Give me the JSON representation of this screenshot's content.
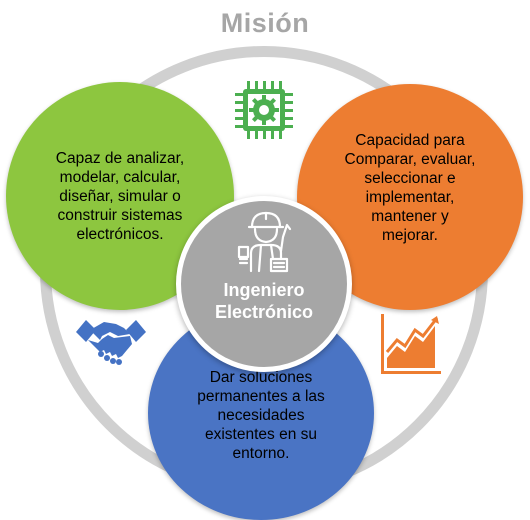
{
  "title": "Misión",
  "center": {
    "line1": "Ingeniero",
    "line2": "Electrónico"
  },
  "petals": {
    "green": [
      "Capaz de analizar,",
      "modelar, calcular,",
      "diseñar, simular o",
      "construir sistemas",
      "electrónicos."
    ],
    "orange": [
      "Capacidad para",
      "Comparar, evaluar,",
      "seleccionar e",
      "implementar,",
      "mantener y",
      "mejorar."
    ],
    "blue": [
      "Dar soluciones",
      "permanentes a las",
      "necesidades",
      "existentes en su",
      "entorno."
    ]
  },
  "colors": {
    "green": "#8dc63f",
    "orange": "#ed7d31",
    "blue": "#4a74c4",
    "center": "#a6a6a6",
    "ring": "#d0d0d0"
  },
  "icons": [
    "circuit-chip-icon",
    "handshake-icon",
    "growth-chart-icon",
    "engineer-worker-icon"
  ]
}
